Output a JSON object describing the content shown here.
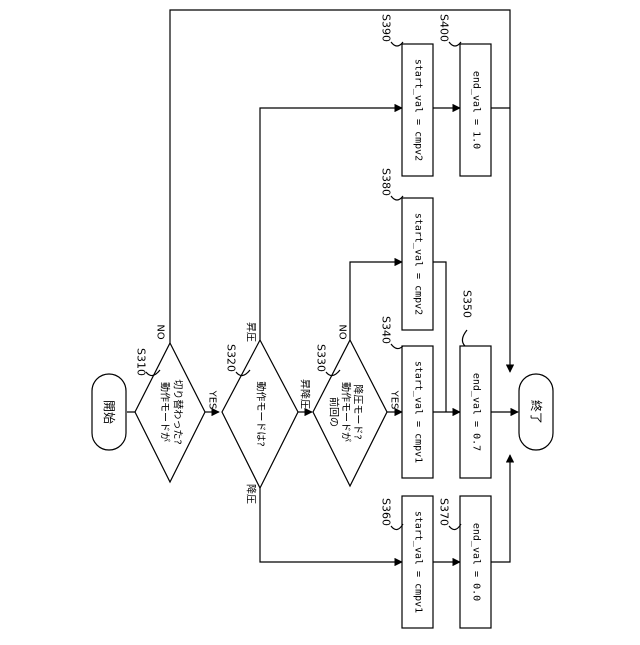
{
  "terminals": {
    "start": "開始",
    "end": "終了"
  },
  "decisions": {
    "s310": {
      "step": "S310",
      "line1": "動作モードが",
      "line2": "切り替わった?"
    },
    "s320": {
      "step": "S320",
      "line1": "動作モードは?"
    },
    "s330": {
      "step": "S330",
      "line1": "前回の",
      "line2": "動作モードが",
      "line3": "降圧モード?"
    }
  },
  "processes": {
    "s340": {
      "step": "S340",
      "text": "start_val = cmpv1"
    },
    "s350": {
      "step": "S350",
      "text": "end_val = 0.7"
    },
    "s360": {
      "step": "S360",
      "text": "start_val = cmpv1"
    },
    "s370": {
      "step": "S370",
      "text": "end_val = 0.0"
    },
    "s380": {
      "step": "S380",
      "text": "start_val = cmpv2"
    },
    "s390": {
      "step": "S390",
      "text": "start_val = cmpv2"
    },
    "s400": {
      "step": "S400",
      "text": "end_val = 1.0"
    }
  },
  "branch_labels": {
    "yes_310": "YES",
    "no_310": "NO",
    "up_320": "昇圧",
    "updown_320": "昇降圧",
    "down_320": "降圧",
    "yes_330": "YES",
    "no_330": "NO"
  }
}
